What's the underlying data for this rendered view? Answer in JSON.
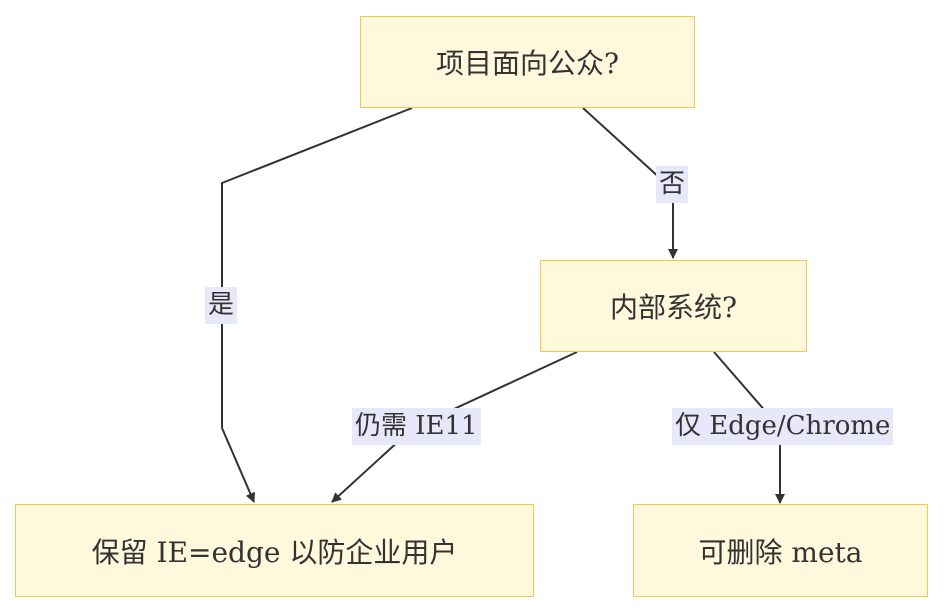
{
  "nodes": {
    "public": "项目面向公众?",
    "internal": "内部系统?",
    "keep": "保留 IE=edge 以防企业用户",
    "remove": "可删除 meta"
  },
  "edges": {
    "public_to_keep": "是",
    "public_to_internal": "否",
    "internal_to_keep": "仍需 IE11",
    "internal_to_remove": "仅 Edge/Chrome"
  },
  "colors": {
    "node_fill": "#fff8dc",
    "node_border": "#f2c94c",
    "label_fill": "#e8e8fb",
    "line": "#333333"
  }
}
